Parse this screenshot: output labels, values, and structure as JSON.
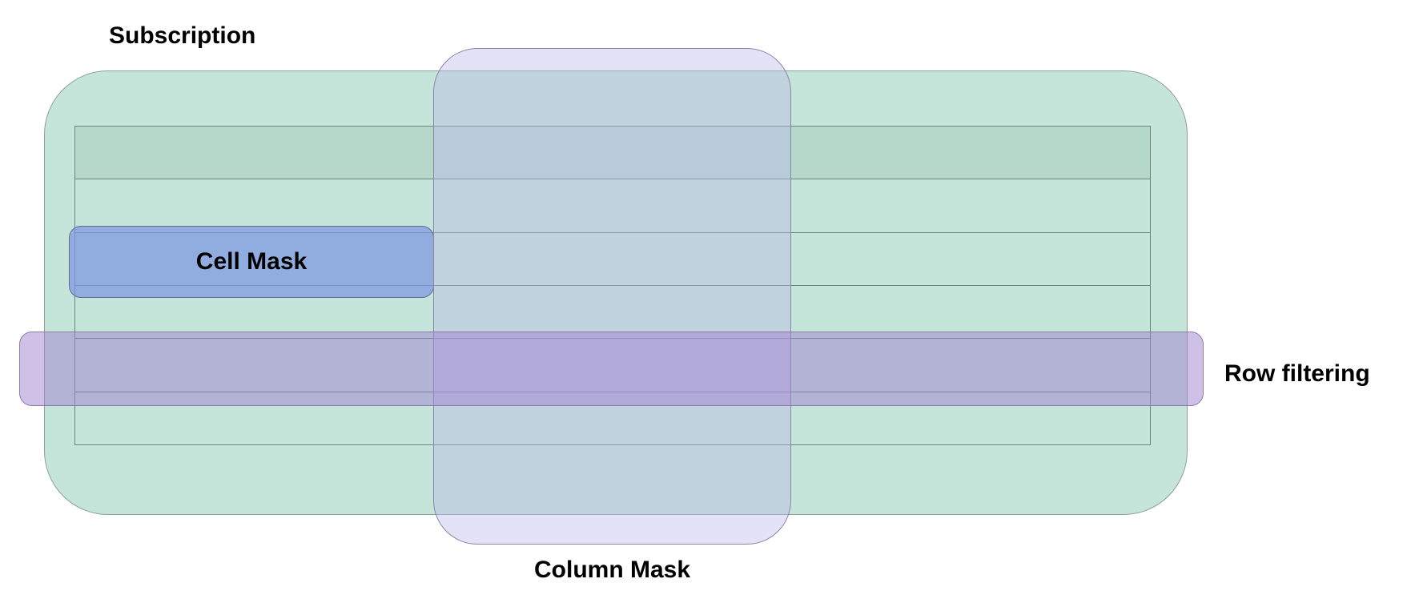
{
  "diagram": {
    "labels": {
      "subscription": "Subscription",
      "cell_mask": "Cell Mask",
      "column_mask": "Column Mask",
      "row_filtering": "Row filtering"
    },
    "table": {
      "row_count": 6,
      "header_row_count": 1
    },
    "colors": {
      "page_bg": "#ffffff",
      "subscription_fill": "#c6e5da",
      "subscription_stroke": "#8f9e99",
      "header_row_fill": "#b5d8cb",
      "table_stroke": "#6e837b",
      "cell_mask_fill": "rgba(125,150,225,0.72)",
      "cell_mask_stroke": "#646e88",
      "column_mask_fill": "rgba(188,186,233,0.42)",
      "column_mask_stroke": "#8a86a5",
      "row_band_fill": "rgba(160,130,208,0.5)",
      "row_band_stroke": "#8d7da6",
      "label_color": "#000000"
    }
  }
}
